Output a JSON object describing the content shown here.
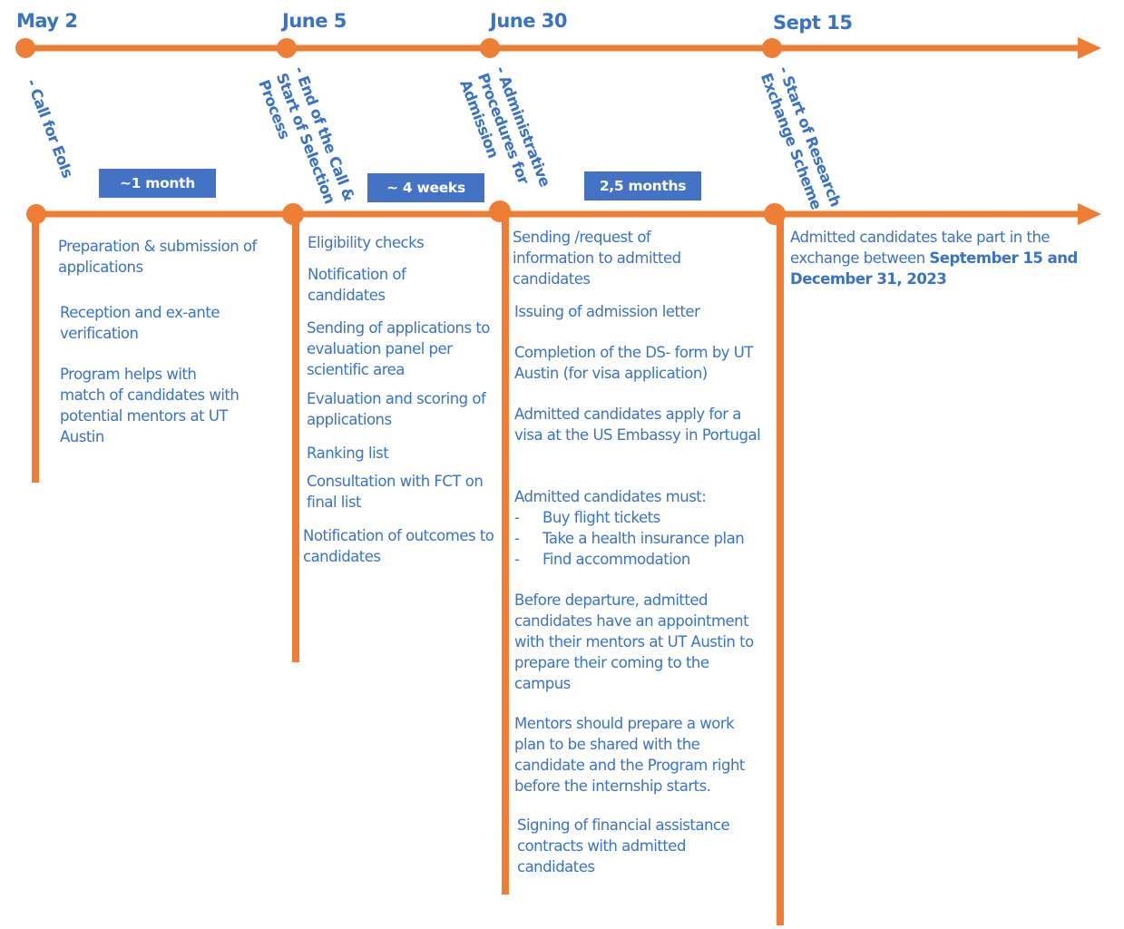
{
  "milestones": [
    {
      "date": "May 2",
      "label": "- Call for EoIs"
    },
    {
      "date": "June 5",
      "label": "- End of the Call &\nStart of Selection\nProcess"
    },
    {
      "date": "June 30",
      "label": "- Administrative\nProcedures for\nAdmission"
    },
    {
      "date": "Sept 15",
      "label": "- Start of Research\nExchange Scheme"
    }
  ],
  "durations": [
    "~1 month",
    "~ 4 weeks",
    "2,5 months"
  ],
  "phases": {
    "may": [
      "Preparation & submission of applications",
      "Reception and ex-ante verification",
      "Program helps with match of candidates with potential mentors at UT Austin"
    ],
    "june5": [
      "Eligibility checks",
      "Notification of candidates",
      "Sending of applications to evaluation panel per scientific area",
      "Evaluation and scoring of applications",
      "Ranking list",
      "Consultation with FCT on final list",
      "Notification of outcomes to candidates"
    ],
    "june30": {
      "items": [
        "Sending /request of information to admitted candidates",
        "Issuing of admission letter",
        "Completion of the DS- form by UT Austin (for visa application)",
        "Admitted candidates apply for a visa at the US Embassy in Portugal"
      ],
      "must_title": "Admitted candidates must:",
      "must_bullets": [
        "Buy flight tickets",
        "Take a health insurance plan",
        "Find accommodation"
      ],
      "items_after": [
        "Before departure, admitted candidates have an appointment with their mentors at UT Austin to prepare their coming to the campus",
        "Mentors should prepare a work plan to be shared with the candidate and the Program right before the internship starts.",
        "Signing of financial assistance contracts with admitted candidates"
      ]
    },
    "sept": {
      "text": "Admitted candidates take part in the exchange between",
      "bold": "September 15 and December 31, 2023"
    }
  },
  "colors": {
    "orange": "#ef7d33",
    "blue_text": "#3a72c4",
    "blue_box": "#4472c4"
  }
}
